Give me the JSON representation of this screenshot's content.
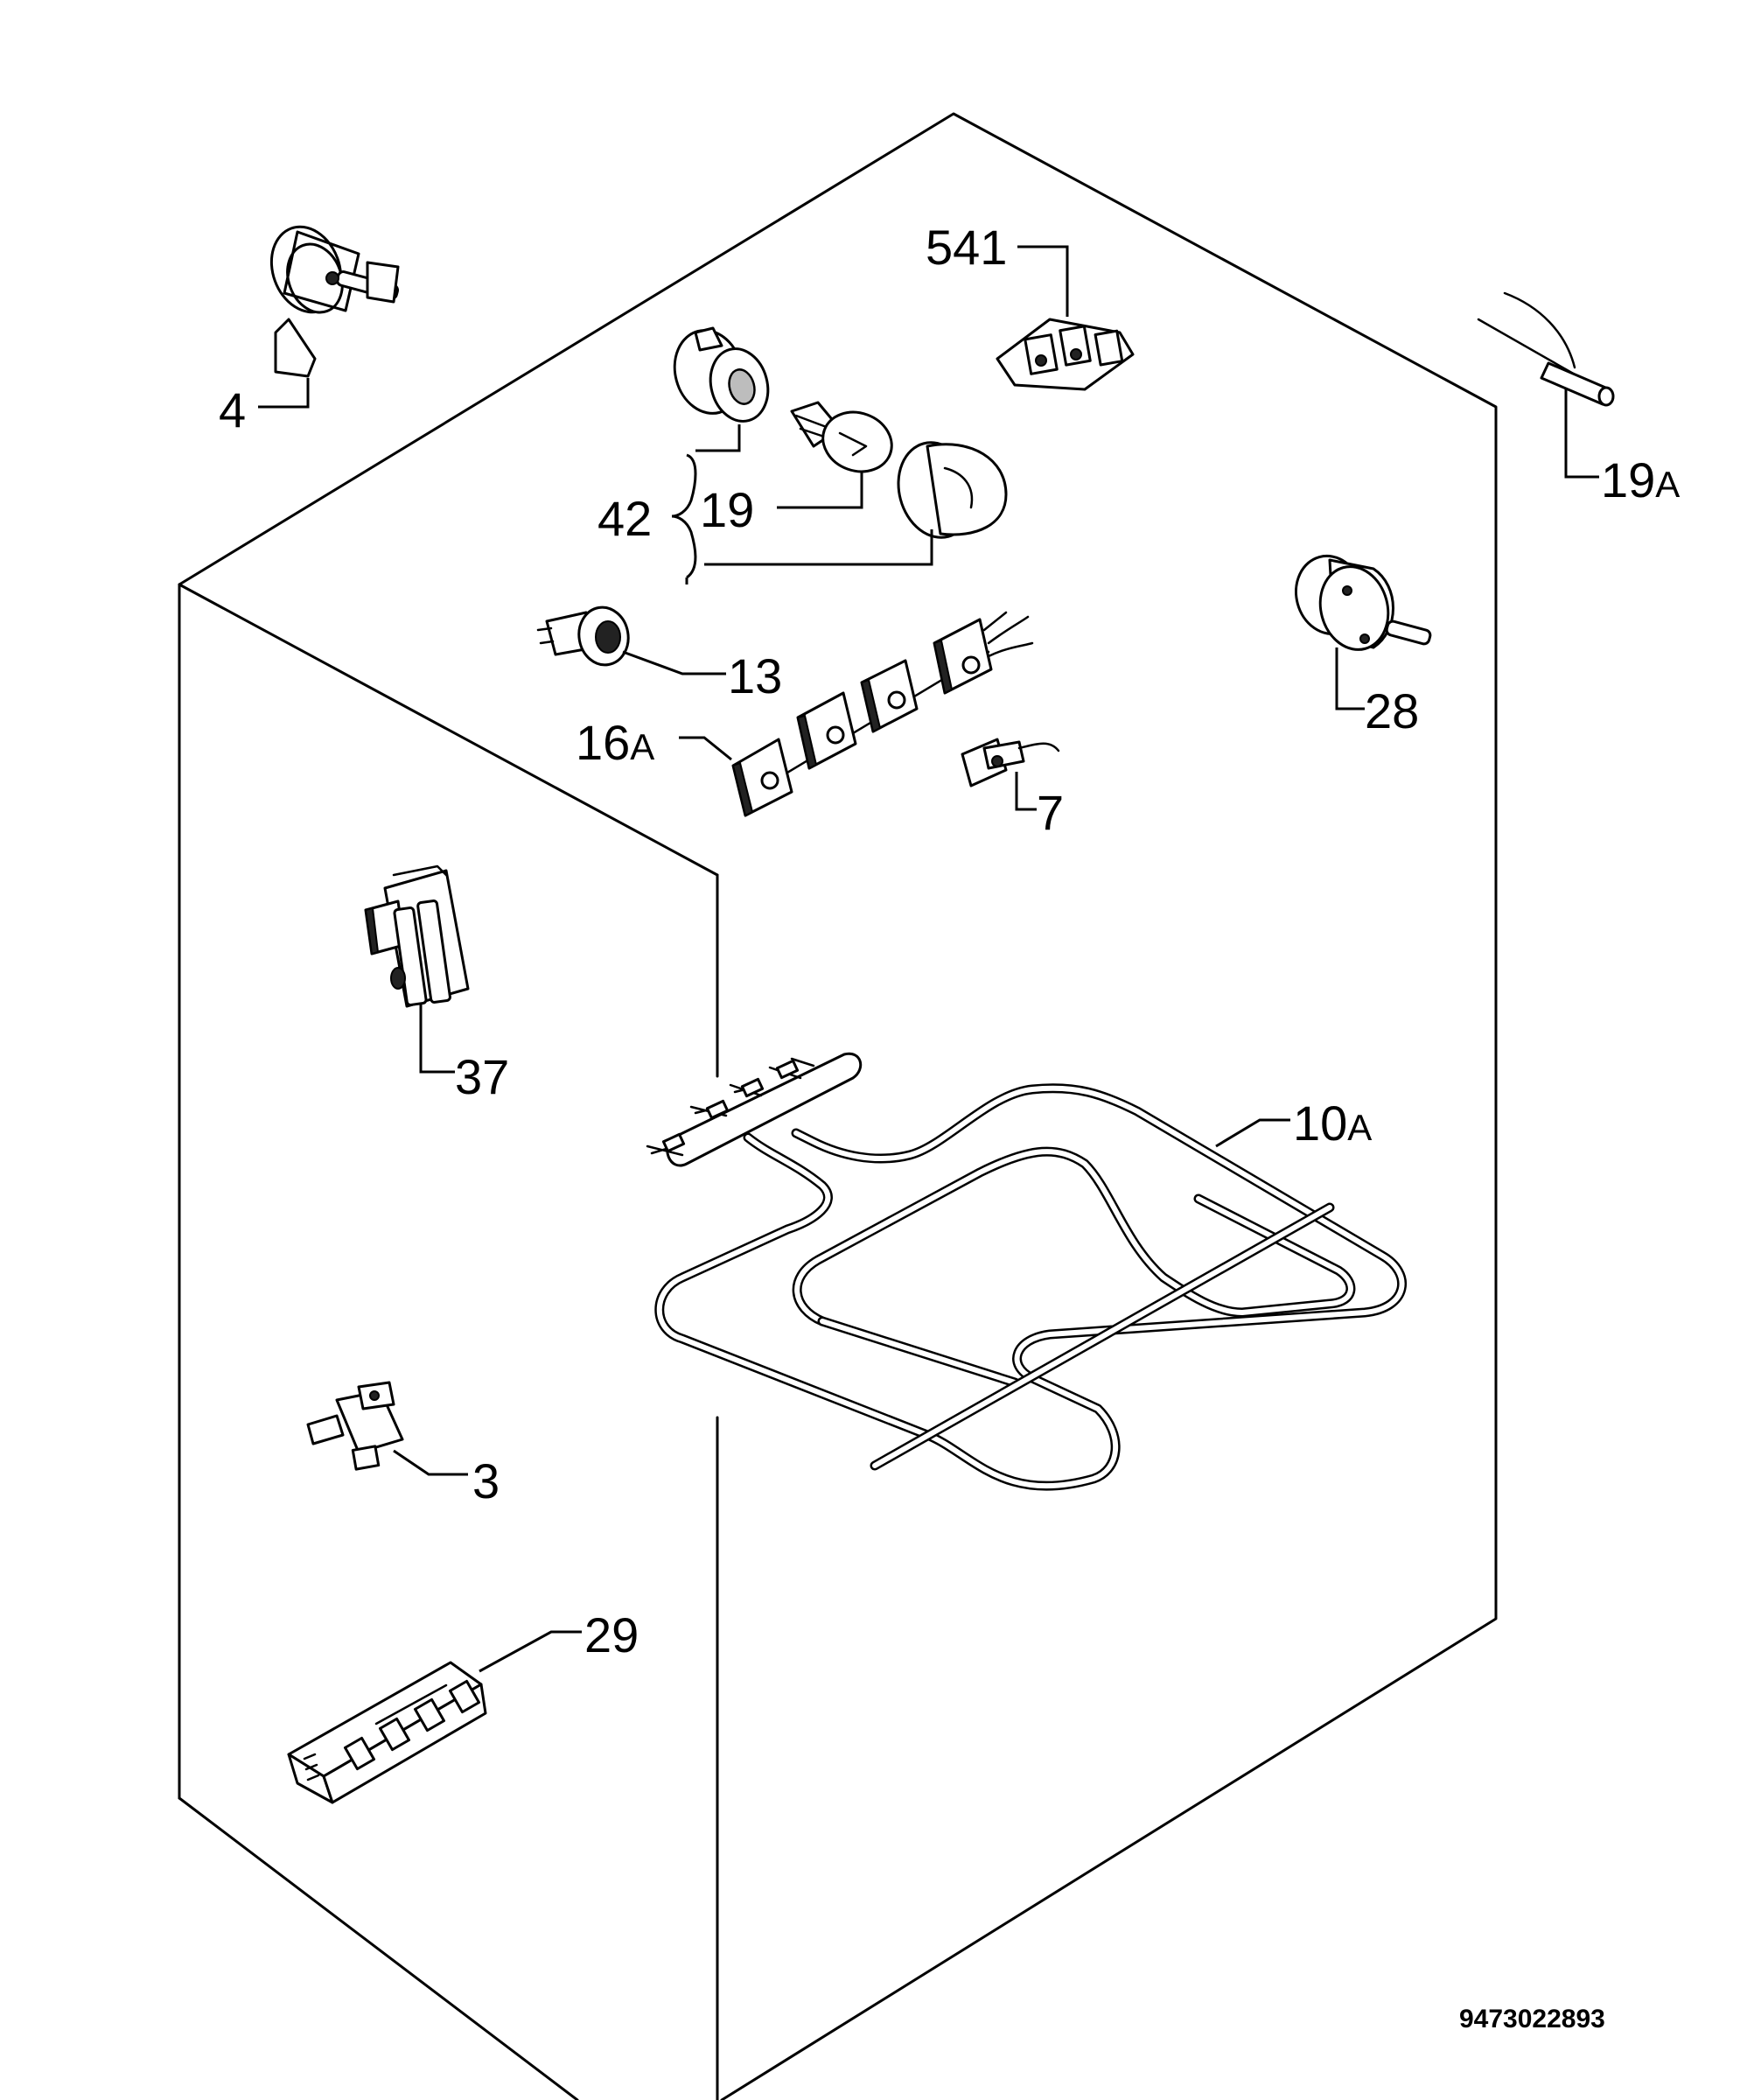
{
  "labels": {
    "p4": "4",
    "p541": "541",
    "p19a_num": "19",
    "p19a_suf": "A",
    "p42": "42",
    "p19": "19",
    "p13": "13",
    "p28": "28",
    "p16a_num": "16",
    "p16a_suf": "A",
    "p7": "7",
    "p37": "37",
    "p10a_num": "10",
    "p10a_suf": "A",
    "p3": "3",
    "p29": "29"
  },
  "drawing_code": "9473022893"
}
